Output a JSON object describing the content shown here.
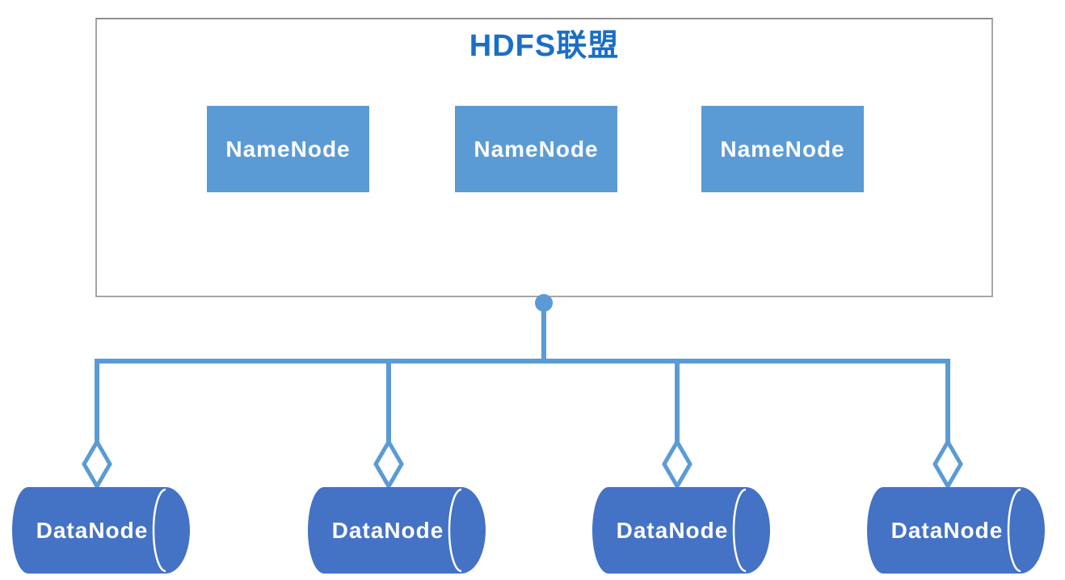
{
  "diagram": {
    "title": "HDFS联盟",
    "namenodes": [
      {
        "label": "NameNode"
      },
      {
        "label": "NameNode"
      },
      {
        "label": "NameNode"
      }
    ],
    "datanodes": [
      {
        "label": "DataNode"
      },
      {
        "label": "DataNode"
      },
      {
        "label": "DataNode"
      },
      {
        "label": "DataNode"
      }
    ]
  },
  "icons": {
    "junction": "circle-junction-icon",
    "aggregation": "hollow-diamond-icon",
    "datanode_shape": "cylinder-icon"
  },
  "colors": {
    "title_text": "#1b6ec7",
    "namenode_fill": "#5b9bd5",
    "datanode_fill": "#4472c4",
    "connector": "#5b9bd5",
    "box_border": "#a6a6a6",
    "node_text": "#ffffff"
  }
}
